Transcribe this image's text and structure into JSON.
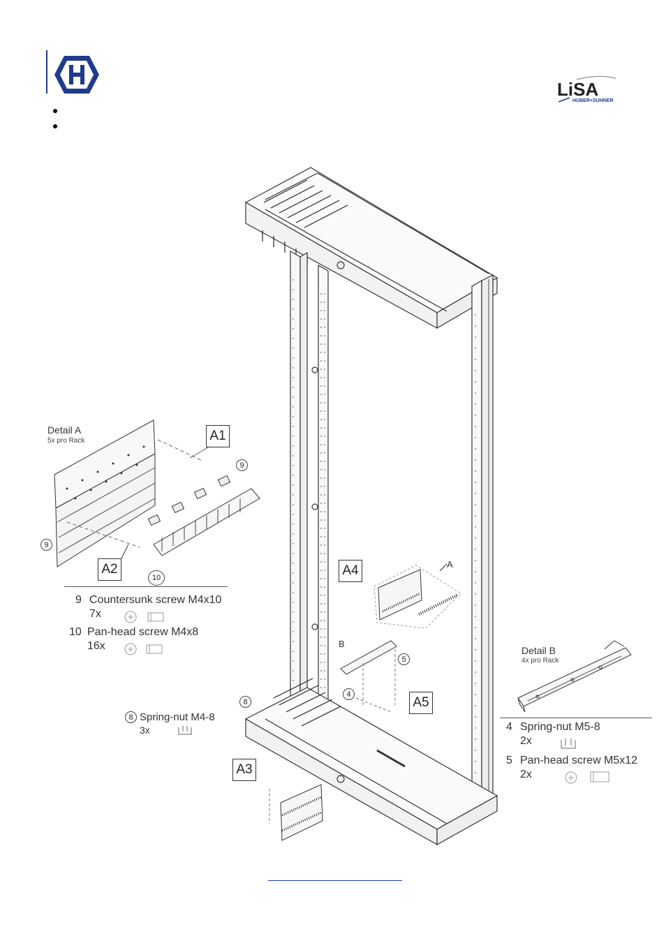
{
  "header": {
    "company_logo_letter": "H",
    "brand_logo_text": "LiSA",
    "brand_logo_subtext": "HUBER+SUHNER",
    "bullets": [
      "",
      ""
    ]
  },
  "detail_a": {
    "title": "Detail A",
    "subtitle": "5x pro Rack",
    "callouts": {
      "a1": "A1",
      "a2": "A2",
      "c9a": "9",
      "c9b": "9",
      "c10": "10"
    },
    "parts": [
      {
        "num": "9",
        "name": "Countersunk screw M4x10",
        "qty": "7x"
      },
      {
        "num": "10",
        "name": "Pan-head screw M4x8",
        "qty": "16x"
      }
    ]
  },
  "spring_nut_small": {
    "num": "8",
    "name": "Spring-nut M4-8",
    "qty": "3x"
  },
  "rack": {
    "callouts": {
      "a3": "A3",
      "a4": "A4",
      "a5": "A5",
      "detail_a_ref": "A",
      "detail_b_ref": "B",
      "c4": "4",
      "c5": "5",
      "c8": "8"
    }
  },
  "detail_b": {
    "title": "Detail B",
    "subtitle": "4x pro Rack",
    "parts": [
      {
        "num": "4",
        "name": "Spring-nut M5-8",
        "qty": "2x"
      },
      {
        "num": "5",
        "name": "Pan-head screw M5x12",
        "qty": "2x"
      }
    ]
  },
  "colors": {
    "logo_blue": "#1f3b8c",
    "link_blue": "#1a3fcf",
    "line": "#333333"
  },
  "footer": {
    "link_text": ""
  }
}
